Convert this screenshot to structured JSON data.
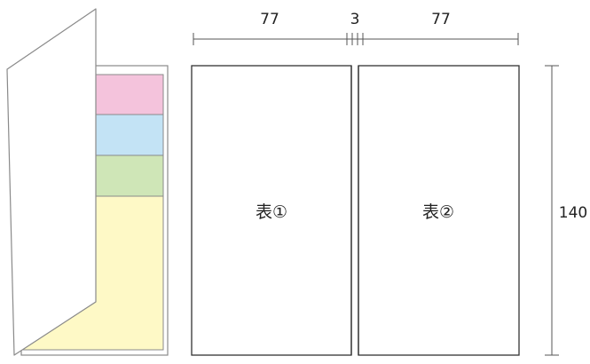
{
  "dimensions": {
    "left_width": "77",
    "gap_width": "3",
    "right_width": "77",
    "height": "140"
  },
  "panels": {
    "left_label": "表①",
    "right_label": "表②"
  },
  "colors": {
    "outline": "#8a8a8a",
    "panel_stroke": "#333333",
    "sticky_pink": "#f4c3dc",
    "sticky_blue": "#c3e3f5",
    "sticky_green": "#cfe6b7",
    "sticky_yellow": "#fef9c6"
  }
}
